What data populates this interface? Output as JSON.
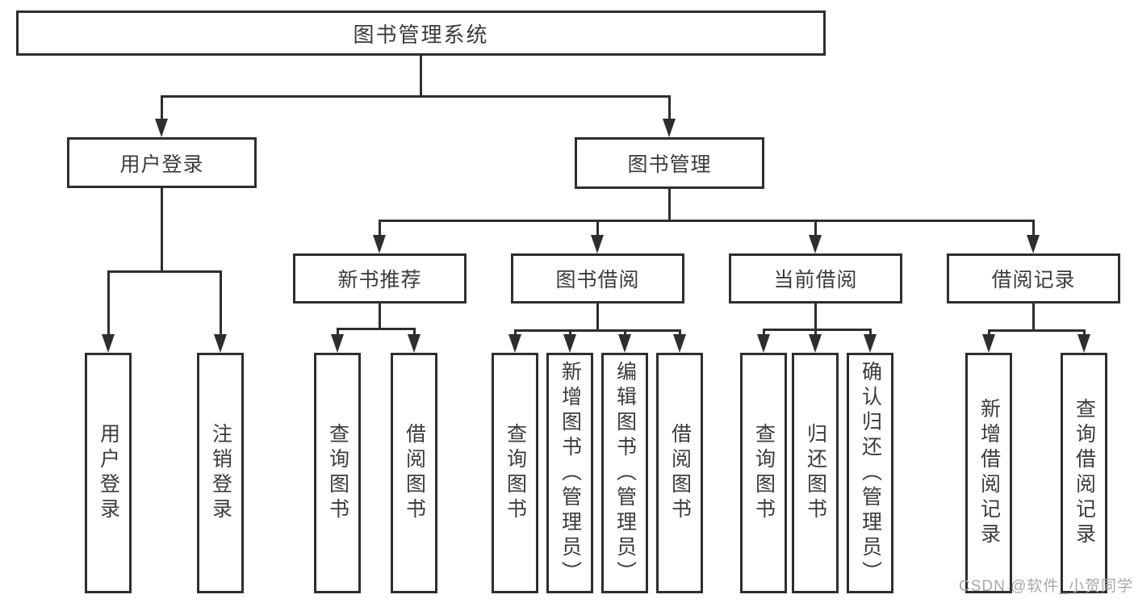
{
  "diagram": {
    "title": "图书管理系统",
    "watermark": "CSDN @软件_小贺同学",
    "colors": {
      "line": "#2e2e2e",
      "text": "#3b3b3b",
      "watermark": "#a8a8a8",
      "background": "#ffffff"
    },
    "tree": {
      "root": {
        "label": "图书管理系统",
        "children": [
          {
            "label": "用户登录",
            "children": [
              {
                "label": "用户登录"
              },
              {
                "label": "注销登录"
              }
            ]
          },
          {
            "label": "图书管理",
            "children": [
              {
                "label": "新书推荐",
                "children": [
                  {
                    "label": "查询图书"
                  },
                  {
                    "label": "借阅图书"
                  }
                ]
              },
              {
                "label": "图书借阅",
                "children": [
                  {
                    "label": "查询图书"
                  },
                  {
                    "label": "新增图书（管理员）"
                  },
                  {
                    "label": "编辑图书（管理员）"
                  },
                  {
                    "label": "借阅图书"
                  }
                ]
              },
              {
                "label": "当前借阅",
                "children": [
                  {
                    "label": "查询图书"
                  },
                  {
                    "label": "归还图书"
                  },
                  {
                    "label": "确认归还（管理员）"
                  }
                ]
              },
              {
                "label": "借阅记录",
                "children": [
                  {
                    "label": "新增借阅记录"
                  },
                  {
                    "label": "查询借阅记录"
                  }
                ]
              }
            ]
          }
        ]
      }
    }
  }
}
